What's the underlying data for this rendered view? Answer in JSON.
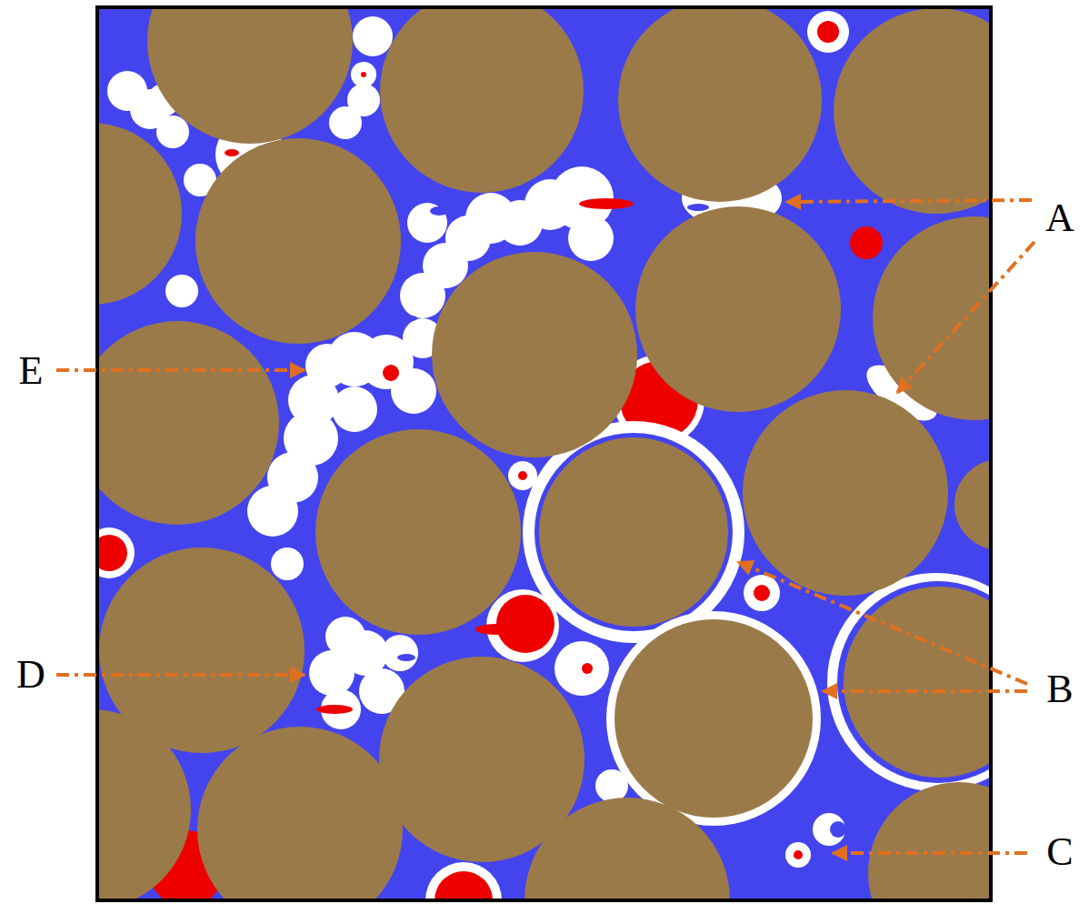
{
  "diagram": {
    "labels": [
      "A",
      "E",
      "D",
      "B",
      "C"
    ]
  }
}
